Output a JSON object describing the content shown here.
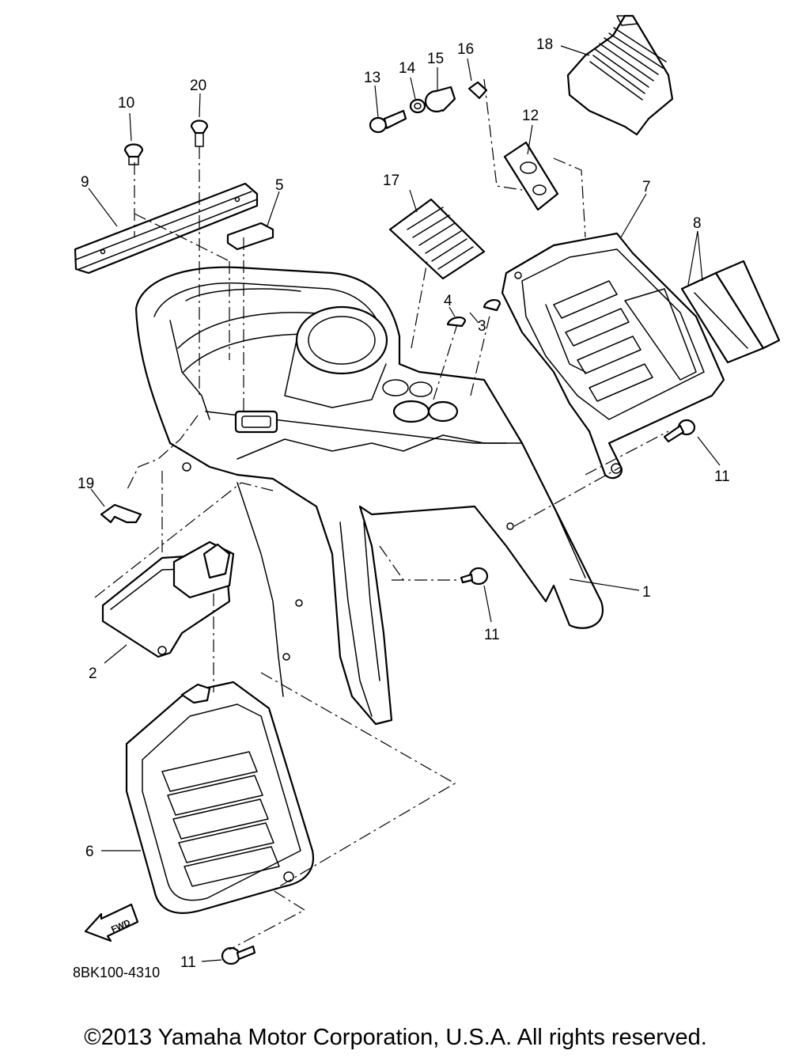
{
  "callouts": {
    "c1": "1",
    "c2": "2",
    "c3": "3",
    "c4": "4",
    "c5": "5",
    "c6": "6",
    "c7": "7",
    "c8": "8",
    "c9": "9",
    "c10": "10",
    "c11a": "11",
    "c11b": "11",
    "c11c": "11",
    "c12": "12",
    "c13": "13",
    "c14": "14",
    "c15": "15",
    "c16": "16",
    "c17": "17",
    "c18": "18",
    "c19": "19",
    "c20": "20"
  },
  "diagram_code": "8BK100-4310",
  "fwd_label": "FWD",
  "copyright": "©2013 Yamaha Motor Corporation, U.S.A. All rights reserved."
}
